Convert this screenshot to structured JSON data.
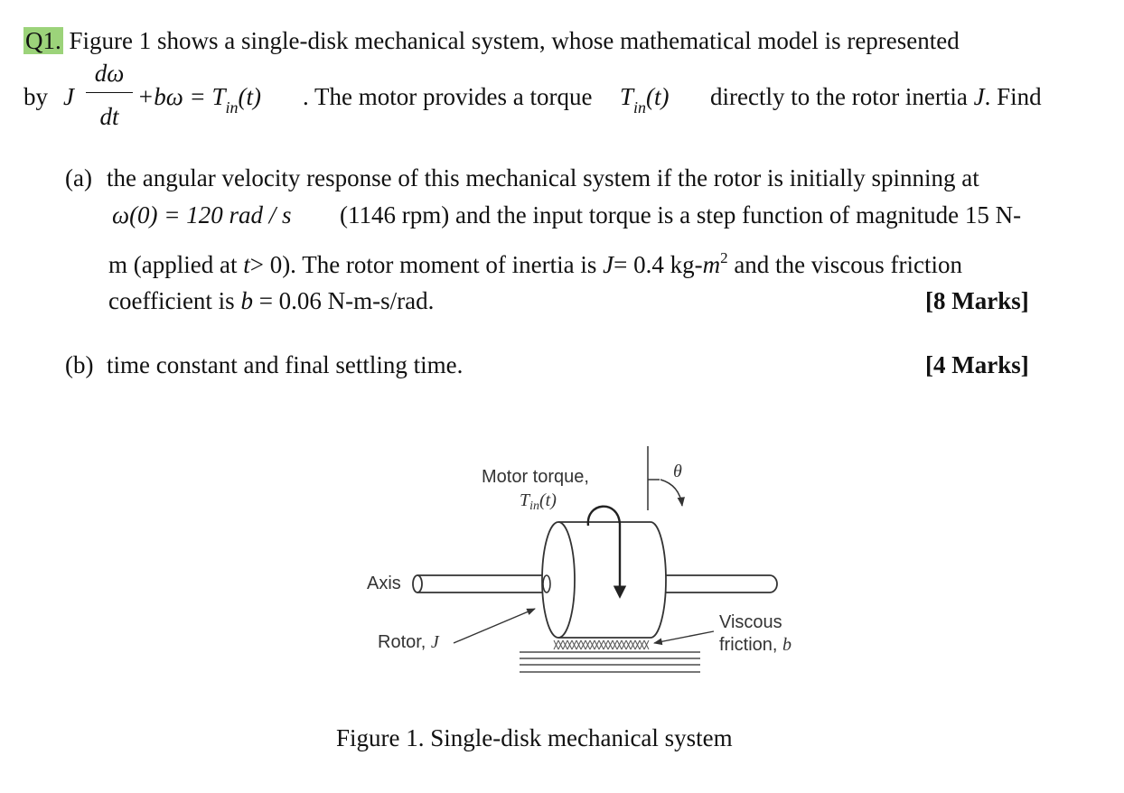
{
  "question": {
    "label": "Q1.",
    "intro_line1": "Figure 1 shows a single-disk mechanical system, whose mathematical model is represented",
    "intro_by": "by",
    "eq_J": "J",
    "eq_num": "dω",
    "eq_den": "dt",
    "eq_rest": "+bω = T",
    "eq_sub": "in",
    "eq_t": "(t)",
    "intro_line2_mid": ". The motor provides a torque",
    "torque_T": "T",
    "torque_sub": "in",
    "torque_t": "(t)",
    "intro_line2_end": "directly to the rotor inertia",
    "intro_J": "J",
    "intro_find": ". Find"
  },
  "part_a": {
    "label": "(a)",
    "line1": "the angular velocity response of this mechanical system if the rotor is initially spinning at",
    "line2_math": "ω(0) = 120 rad / s",
    "line2_text": "(1146 rpm) and the input torque is a step function of magnitude 15 N-",
    "line3_a": "m (applied at",
    "line3_t": "t",
    "line3_b": "> 0). The rotor moment of inertia is",
    "line3_J": "J",
    "line3_c": "= 0.4 kg-",
    "line3_m": "m",
    "line3_sup": "2",
    "line3_d": "and the viscous friction",
    "line4_a": "coefficient is",
    "line4_b": "b",
    "line4_c": "= 0.06 N-m-s/rad.",
    "marks": "[8 Marks]"
  },
  "part_b": {
    "label": "(b)",
    "text": "time constant and final settling time.",
    "marks": "[4 Marks]"
  },
  "figure": {
    "motor_torque_label": "Motor torque,",
    "torque_T": "T",
    "torque_sub": "in",
    "torque_t": "(t)",
    "theta": "θ",
    "axis_label": "Axis",
    "rotor_label": "Rotor,",
    "rotor_J": "J",
    "viscous_label_1": "Viscous",
    "viscous_label_2": "friction,",
    "viscous_b": "b",
    "caption": "Figure 1. Single-disk mechanical system"
  }
}
